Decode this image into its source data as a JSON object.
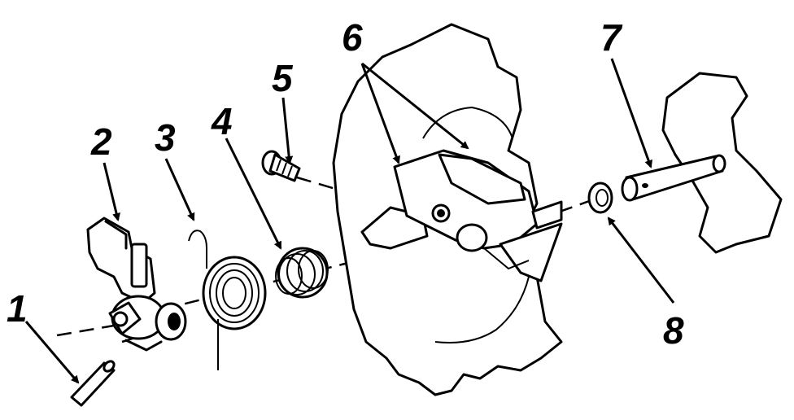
{
  "figure": {
    "background": "#ffffff",
    "ink": "#000000"
  },
  "callouts": [
    {
      "id": "1",
      "label": "1"
    },
    {
      "id": "2",
      "label": "2"
    },
    {
      "id": "3",
      "label": "3"
    },
    {
      "id": "4",
      "label": "4"
    },
    {
      "id": "5",
      "label": "5"
    },
    {
      "id": "6",
      "label": "6"
    },
    {
      "id": "7",
      "label": "7"
    },
    {
      "id": "8",
      "label": "8"
    }
  ]
}
